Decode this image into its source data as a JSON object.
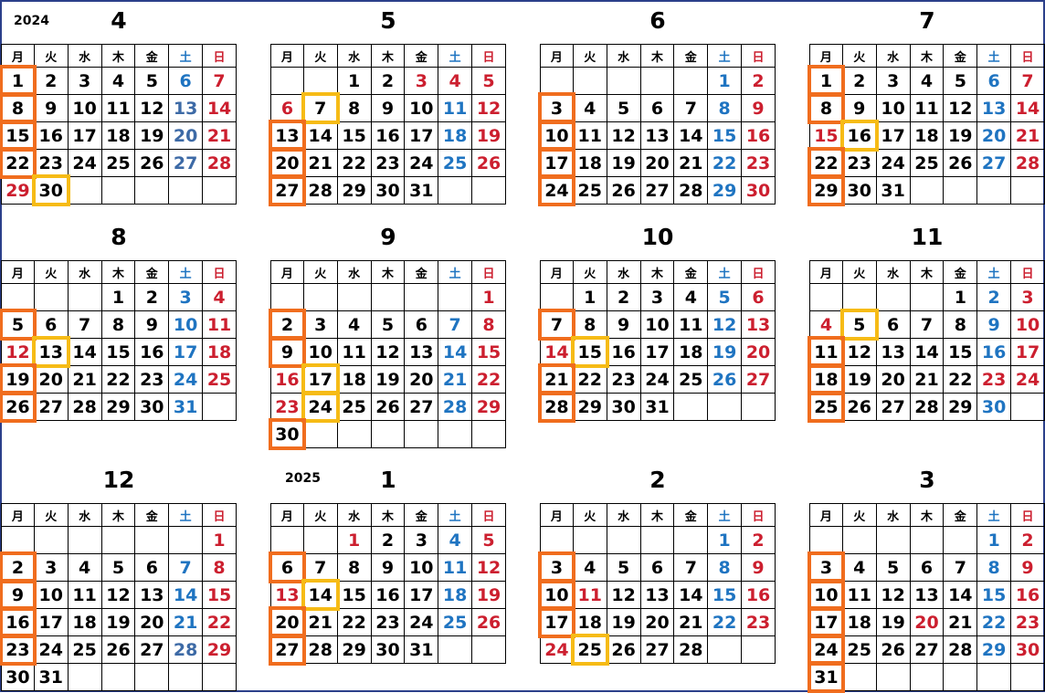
{
  "years": {
    "start": "2024",
    "next": "2025"
  },
  "weekdays": [
    "月",
    "火",
    "水",
    "木",
    "金",
    "土",
    "日"
  ],
  "colors": {
    "sunday": "#cc1f2f",
    "saturday": "#1f74c1",
    "orange_box": "#f06d1e",
    "yellow_box": "#f6bb16",
    "frame": "#2b3f8a"
  },
  "months": [
    {
      "title": "4",
      "year": "2024",
      "start": 0,
      "days": 30,
      "holidays": [
        29
      ],
      "orange": [
        1,
        8,
        15,
        22
      ],
      "yellow": [
        30
      ],
      "color_override": {
        "13": "slate",
        "20": "slate",
        "27": "slate"
      }
    },
    {
      "title": "5",
      "start": 2,
      "days": 31,
      "holidays": [
        3,
        4,
        6
      ],
      "orange": [
        13,
        20,
        27
      ],
      "yellow": [
        7
      ]
    },
    {
      "title": "6",
      "start": 5,
      "days": 30,
      "holidays": [],
      "orange": [
        3,
        10,
        17,
        24
      ],
      "yellow": []
    },
    {
      "title": "7",
      "start": 0,
      "days": 31,
      "holidays": [
        15
      ],
      "orange": [
        1,
        8,
        22,
        29
      ],
      "yellow": [
        16
      ]
    },
    {
      "title": "8",
      "start": 3,
      "days": 31,
      "holidays": [
        12
      ],
      "orange": [
        5,
        19,
        26
      ],
      "yellow": [
        13
      ]
    },
    {
      "title": "9",
      "start": 6,
      "days": 30,
      "holidays": [
        16,
        23
      ],
      "orange": [
        2,
        9,
        30
      ],
      "yellow": [
        17,
        24
      ]
    },
    {
      "title": "10",
      "start": 1,
      "days": 31,
      "holidays": [
        14
      ],
      "orange": [
        7,
        21,
        28
      ],
      "yellow": [
        15
      ]
    },
    {
      "title": "11",
      "start": 4,
      "days": 30,
      "holidays": [
        4
      ],
      "orange": [
        11,
        18,
        25
      ],
      "yellow": [
        5
      ],
      "color_override": {
        "23": "red"
      }
    },
    {
      "title": "12",
      "start": 6,
      "days": 31,
      "holidays": [],
      "orange": [
        2,
        9,
        16,
        23
      ],
      "yellow": [],
      "color_override": {
        "28": "slate"
      }
    },
    {
      "title": "1",
      "year": "2025",
      "start": 2,
      "days": 31,
      "holidays": [
        1,
        13
      ],
      "orange": [
        6,
        20,
        27
      ],
      "yellow": [
        14
      ]
    },
    {
      "title": "2",
      "start": 5,
      "days": 28,
      "holidays": [
        11,
        24
      ],
      "orange": [
        3,
        10,
        17
      ],
      "yellow": [
        25
      ],
      "color_override": {
        "23": "red"
      }
    },
    {
      "title": "3",
      "start": 5,
      "days": 31,
      "holidays": [
        20
      ],
      "orange": [
        3,
        10,
        17,
        24,
        31
      ],
      "yellow": []
    }
  ]
}
